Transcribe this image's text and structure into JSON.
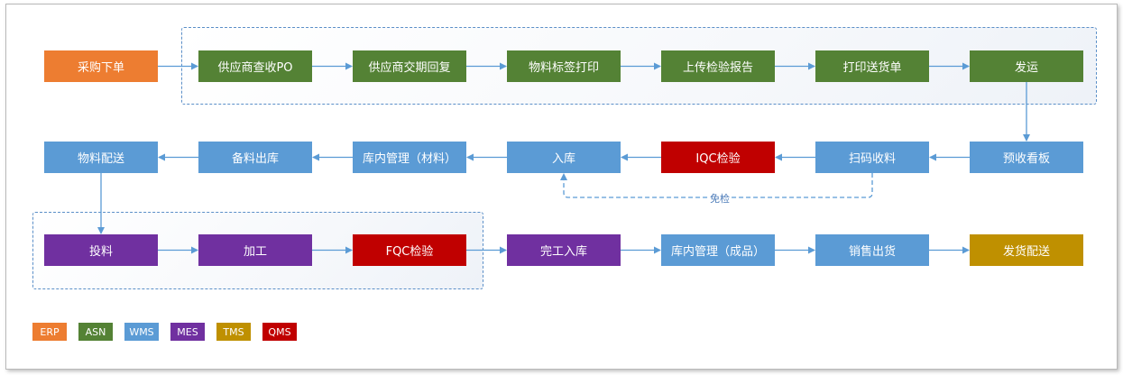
{
  "colors": {
    "ERP": "#ed7d31",
    "ASN": "#548235",
    "WMS": "#5b9bd5",
    "MES": "#7030a0",
    "TMS": "#bf9000",
    "QMS": "#c00000"
  },
  "nodes": {
    "purchase_order": {
      "label": "采购下单",
      "system": "ERP"
    },
    "supplier_po_query": {
      "label": "供应商查收PO",
      "system": "ASN"
    },
    "supplier_delivery_reply": {
      "label": "供应商交期回复",
      "system": "ASN"
    },
    "material_label_print": {
      "label": "物料标签打印",
      "system": "ASN"
    },
    "upload_inspection_report": {
      "label": "上传检验报告",
      "system": "ASN"
    },
    "print_delivery_note": {
      "label": "打印送货单",
      "system": "ASN"
    },
    "ship": {
      "label": "发运",
      "system": "ASN"
    },
    "receiving_board": {
      "label": "预收看板",
      "system": "WMS"
    },
    "scan_receiving": {
      "label": "扫码收料",
      "system": "WMS"
    },
    "iqc_inspection": {
      "label": "IQC检验",
      "system": "QMS"
    },
    "warehouse_in": {
      "label": "入库",
      "system": "WMS"
    },
    "inventory_material": {
      "label": "库内管理（材料）",
      "system": "WMS"
    },
    "material_picking": {
      "label": "备料出库",
      "system": "WMS"
    },
    "material_delivery": {
      "label": "物料配送",
      "system": "WMS"
    },
    "feeding": {
      "label": "投料",
      "system": "MES"
    },
    "processing": {
      "label": "加工",
      "system": "MES"
    },
    "fqc_inspection": {
      "label": "FQC检验",
      "system": "QMS"
    },
    "finished_in": {
      "label": "完工入库",
      "system": "MES"
    },
    "inventory_product": {
      "label": "库内管理（成品）",
      "system": "WMS"
    },
    "sales_out": {
      "label": "销售出货",
      "system": "WMS"
    },
    "delivery_dispatch": {
      "label": "发货配送",
      "system": "TMS"
    }
  },
  "edges": [
    [
      "purchase_order",
      "supplier_po_query"
    ],
    [
      "supplier_po_query",
      "supplier_delivery_reply"
    ],
    [
      "supplier_delivery_reply",
      "material_label_print"
    ],
    [
      "material_label_print",
      "upload_inspection_report"
    ],
    [
      "upload_inspection_report",
      "print_delivery_note"
    ],
    [
      "print_delivery_note",
      "ship"
    ],
    [
      "ship",
      "receiving_board"
    ],
    [
      "receiving_board",
      "scan_receiving"
    ],
    [
      "scan_receiving",
      "iqc_inspection"
    ],
    [
      "iqc_inspection",
      "warehouse_in"
    ],
    [
      "warehouse_in",
      "inventory_material"
    ],
    [
      "inventory_material",
      "material_picking"
    ],
    [
      "material_picking",
      "material_delivery"
    ],
    [
      "material_delivery",
      "feeding"
    ],
    [
      "feeding",
      "processing"
    ],
    [
      "processing",
      "fqc_inspection"
    ],
    [
      "fqc_inspection",
      "finished_in"
    ],
    [
      "finished_in",
      "inventory_product"
    ],
    [
      "inventory_product",
      "sales_out"
    ],
    [
      "sales_out",
      "delivery_dispatch"
    ]
  ],
  "skip_edge": {
    "from": "scan_receiving",
    "to": "warehouse_in",
    "label": "免检"
  },
  "legend": [
    {
      "label": "ERP",
      "color": "#ed7d31"
    },
    {
      "label": "ASN",
      "color": "#548235"
    },
    {
      "label": "WMS",
      "color": "#5b9bd5"
    },
    {
      "label": "MES",
      "color": "#7030a0"
    },
    {
      "label": "TMS",
      "color": "#bf9000"
    },
    {
      "label": "QMS",
      "color": "#c00000"
    }
  ]
}
